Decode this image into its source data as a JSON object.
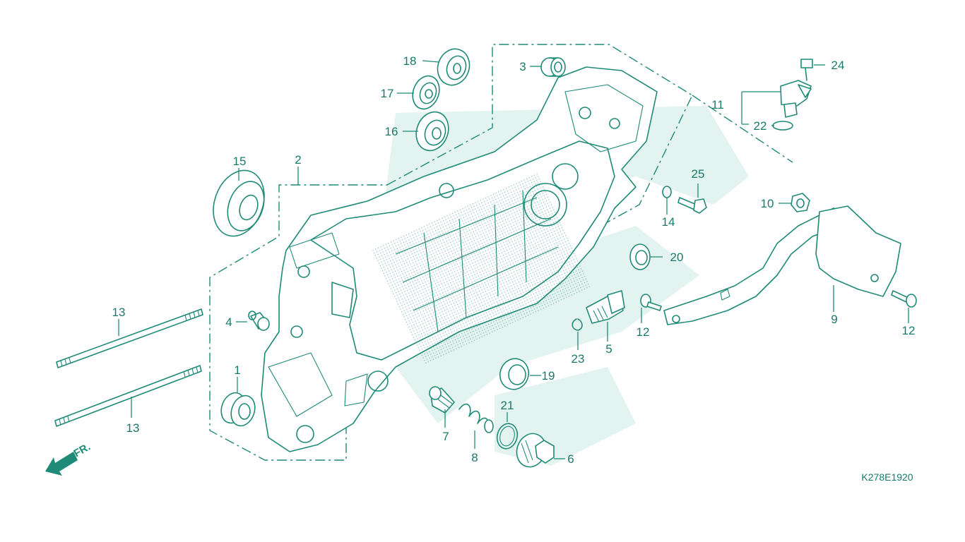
{
  "diagram": {
    "callouts": [
      {
        "id": "c1",
        "label": "1"
      },
      {
        "id": "c2",
        "label": "2"
      },
      {
        "id": "c3",
        "label": "3"
      },
      {
        "id": "c4",
        "label": "4"
      },
      {
        "id": "c5",
        "label": "5"
      },
      {
        "id": "c6",
        "label": "6"
      },
      {
        "id": "c7",
        "label": "7"
      },
      {
        "id": "c8",
        "label": "8"
      },
      {
        "id": "c9",
        "label": "9"
      },
      {
        "id": "c10",
        "label": "10"
      },
      {
        "id": "c11",
        "label": "11"
      },
      {
        "id": "c12a",
        "label": "12"
      },
      {
        "id": "c12b",
        "label": "12"
      },
      {
        "id": "c13a",
        "label": "13"
      },
      {
        "id": "c13b",
        "label": "13"
      },
      {
        "id": "c14",
        "label": "14"
      },
      {
        "id": "c15",
        "label": "15"
      },
      {
        "id": "c16",
        "label": "16"
      },
      {
        "id": "c17",
        "label": "17"
      },
      {
        "id": "c18",
        "label": "18"
      },
      {
        "id": "c19",
        "label": "19"
      },
      {
        "id": "c20",
        "label": "20"
      },
      {
        "id": "c21",
        "label": "21"
      },
      {
        "id": "c22",
        "label": "22"
      },
      {
        "id": "c23",
        "label": "23"
      },
      {
        "id": "c24",
        "label": "24"
      },
      {
        "id": "c25",
        "label": "25"
      }
    ],
    "diagram_code": "K278E1920",
    "direction_label": "FR.",
    "colors": {
      "line": "#1f8a78",
      "text": "#1a7a6a",
      "watermark": "#e3f3ef",
      "background": "#ffffff"
    }
  }
}
